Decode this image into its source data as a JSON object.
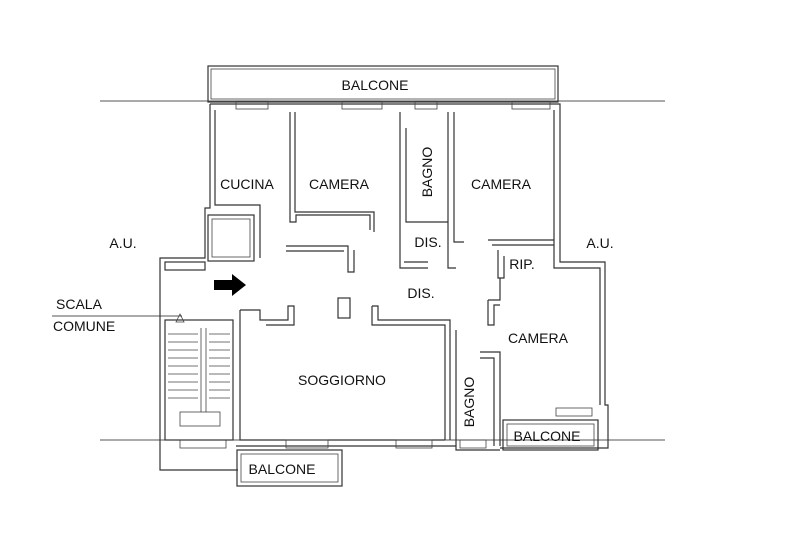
{
  "plan": {
    "rooms": {
      "balcone_top": "BALCONE",
      "cucina": "CUCINA",
      "camera_1": "CAMERA",
      "bagno_1": "BAGNO",
      "camera_2": "CAMERA",
      "dis_1": "DIS.",
      "rip": "RIP.",
      "dis_2": "DIS.",
      "camera_3": "CAMERA",
      "soggiorno": "SOGGIORNO",
      "bagno_2": "BAGNO",
      "balcone_right": "BALCONE",
      "balcone_bottom": "BALCONE"
    },
    "outside": {
      "au_left": "A.U.",
      "au_right": "A.U.",
      "scala": "SCALA",
      "comune": "COMUNE"
    },
    "entrance_icon": "arrow-right-icon"
  }
}
